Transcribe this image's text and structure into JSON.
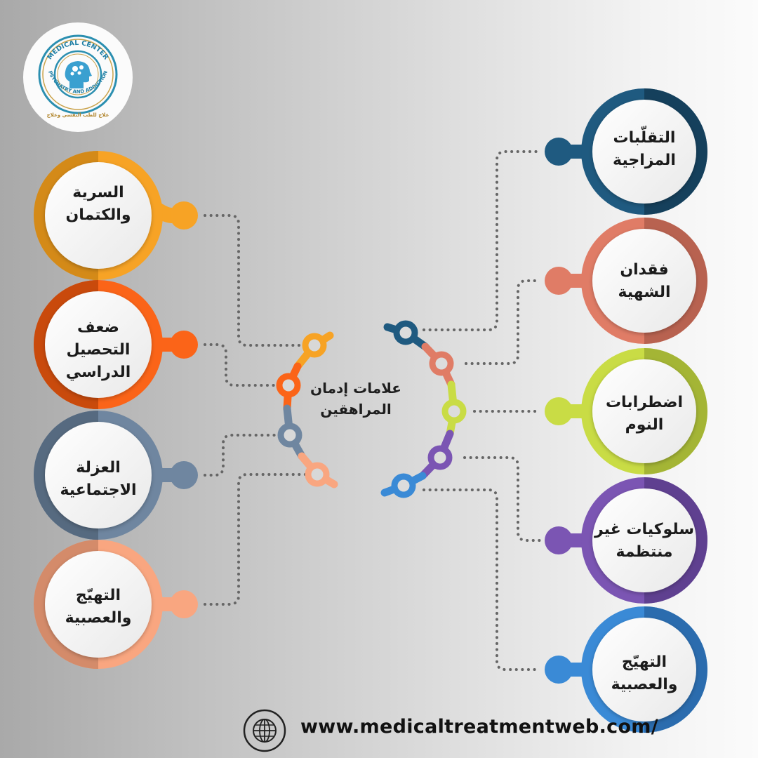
{
  "logo": {
    "arc_top_text": "MEDICAL CENTER",
    "arc_bottom_text": "PSYCHATRY AND ADDICTION",
    "tagline": "علاج للطب النفسي وعلاج",
    "icon": "brain-gears-head-icon",
    "colors": {
      "ring": "#2b8fb0",
      "accent": "#c9a24a",
      "head": "#3aa0d0"
    }
  },
  "center": {
    "title": "علامات إدمان\nالمراهقين"
  },
  "left_items": [
    {
      "label": "السرية\nوالكتمان",
      "color": "#f7a325",
      "dark": "#8a5a12"
    },
    {
      "label": "ضعف\nالتحصيل\nالدراسي",
      "color": "#fb6418",
      "dark": "#8a3306"
    },
    {
      "label": "العزلة\nالاجتماعية",
      "color": "#6f86a0",
      "dark": "#3d4b5c"
    },
    {
      "label": "التهيّج\nوالعصبية",
      "color": "#f9a680",
      "dark": "#8c5a44"
    }
  ],
  "right_items": [
    {
      "label": "التقلّبات\nالمزاجية",
      "color": "#1f5a80",
      "dark": "#0f2e45"
    },
    {
      "label": "فقدان\nالشهية",
      "color": "#e07c66",
      "dark": "#8a4638"
    },
    {
      "label": "اضطرابات\nالنوم",
      "color": "#c9dc45",
      "dark": "#6c7a1e"
    },
    {
      "label": "سلوكيات غير\nمنتظمة",
      "color": "#7b55b3",
      "dark": "#3f2a63"
    },
    {
      "label": "التهيّج\nوالعصبية",
      "color": "#3a8ad6",
      "dark": "#1d4f80"
    }
  ],
  "footer": {
    "icon": "globe-icon",
    "url": "www.medicaltreatmentweb.com/"
  }
}
